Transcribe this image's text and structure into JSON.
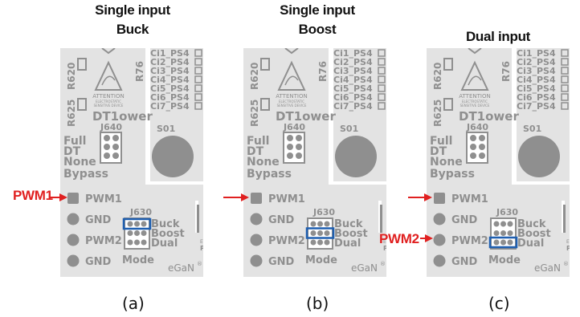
{
  "panels": [
    {
      "title_line1": "Single input",
      "title_line2": "Buck",
      "caption": "(a)",
      "selected_mode": "Buck",
      "external_label": "PWM1",
      "external_target": "PWM1"
    },
    {
      "title_line1": "Single input",
      "title_line2": "Boost",
      "caption": "(b)",
      "selected_mode": "Boost",
      "external_label": "",
      "external_target": "PWM1"
    },
    {
      "title_line1": "",
      "title_line2": "Dual input",
      "caption": "(c)",
      "selected_mode": "Dual",
      "external_label": "PWM2",
      "external_target": "PWM1,PWM2"
    }
  ],
  "board": {
    "resistor_top": "R620",
    "resistor_bottom": "R625",
    "resistor_side": "R76",
    "warning_title": "ATTENTION",
    "warning_line1": "ELECTROSTATIC",
    "warning_line2": "SENSITIVE DEVICE",
    "dt_label": "DT1ower",
    "j640": "J640",
    "s01": "S01",
    "caps": [
      "Ci1_PS4",
      "Ci2_PS4",
      "Ci3_PS4",
      "Ci4_PS4",
      "Ci5_PS4",
      "Ci6_PS4",
      "Ci7_PS4"
    ],
    "dt_options": [
      "Full",
      "DT",
      "None",
      "Bypass"
    ],
    "pins": [
      "PWM1",
      "GND",
      "PWM2",
      "GND"
    ],
    "j630": "J630",
    "modes": [
      "Buck",
      "Boost",
      "Dual"
    ],
    "mode_label": "Mode",
    "brand": "eGaN",
    "brand_mark": "®",
    "edge_text": "EF",
    "edge_text2": "P"
  },
  "colors": {
    "board": "#e3e3e3",
    "silk": "#8f8f8f",
    "highlight": "#1f5fb0",
    "arrow": "#e02020"
  }
}
